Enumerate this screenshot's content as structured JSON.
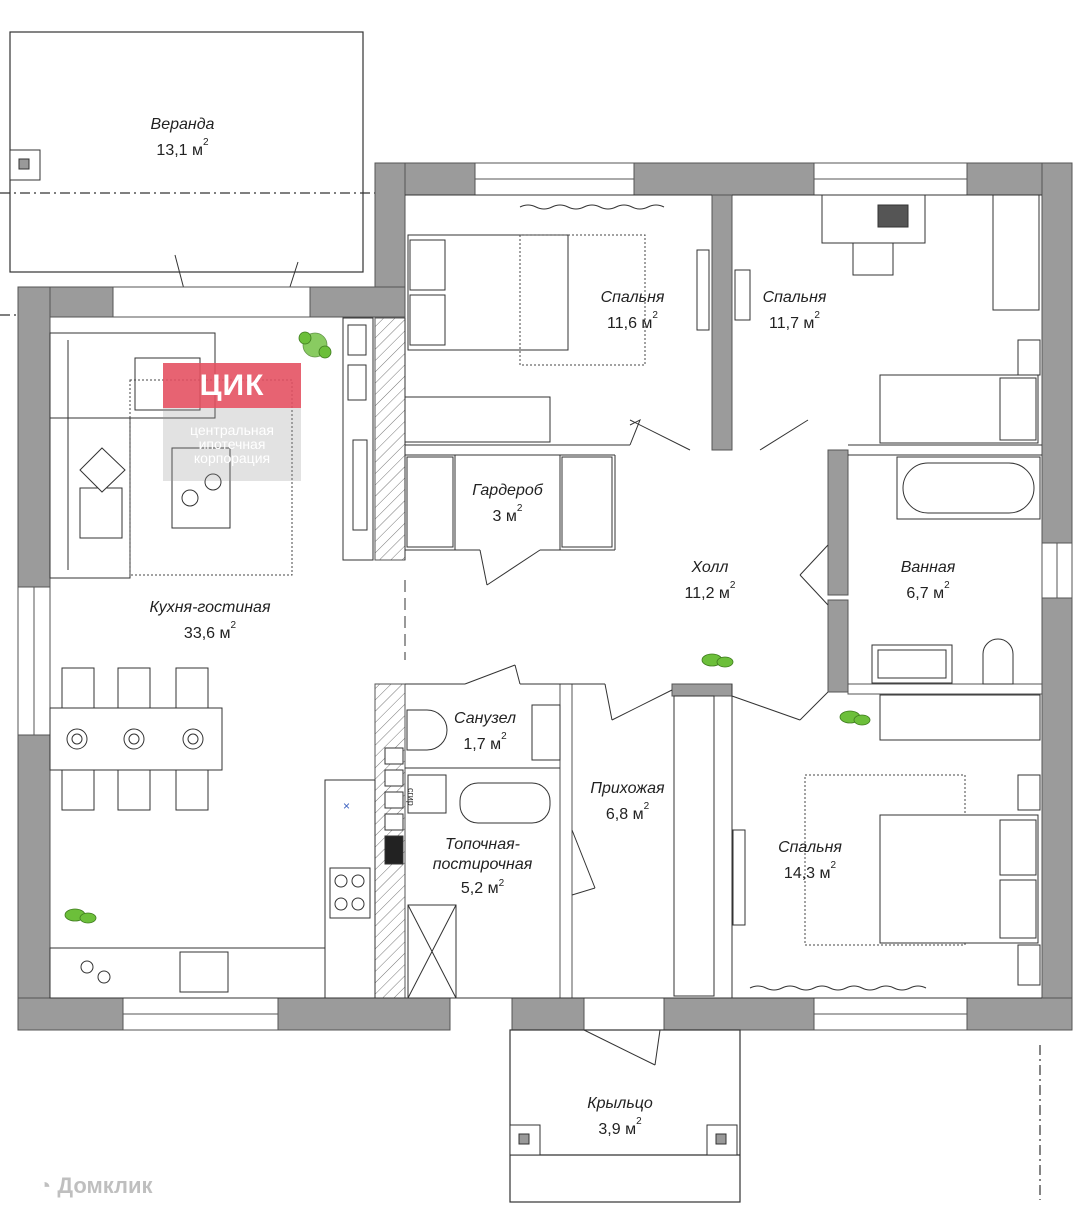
{
  "rooms": {
    "veranda": {
      "name": "Веранда",
      "area": "13,1 м"
    },
    "bedroom1": {
      "name": "Спальня",
      "area": "11,6 м"
    },
    "bedroom2": {
      "name": "Спальня",
      "area": "11,7 м"
    },
    "wardrobe": {
      "name": "Гардероб",
      "area": "3 м"
    },
    "hall": {
      "name": "Холл",
      "area": "11,2 м"
    },
    "bathroom": {
      "name": "Ванная",
      "area": "6,7 м"
    },
    "kitchen": {
      "name": "Кухня-гостиная",
      "area": "33,6 м"
    },
    "wc": {
      "name": "Санузел",
      "area": "1,7 м"
    },
    "hallway": {
      "name": "Прихожая",
      "area": "6,8 м"
    },
    "boiler": {
      "name": "Топочная-\nпостирочная",
      "area": "5,2 м"
    },
    "bedroom3": {
      "name": "Спальня",
      "area": "14,3 м"
    },
    "porch": {
      "name": "Крыльцо",
      "area": "3,9 м"
    }
  },
  "units": {
    "sq": "2"
  },
  "labels": {
    "dryer": "сгир"
  },
  "stamp": {
    "logo": "ЦИК",
    "line1": "центральная",
    "line2": "ипотечная",
    "line3": "корпорация"
  },
  "watermark": "Домклик",
  "colors": {
    "wall": "#9b9b9b",
    "outline": "#333333",
    "plant": "#6cbf3a",
    "stamp_red": "#e74c5e"
  }
}
